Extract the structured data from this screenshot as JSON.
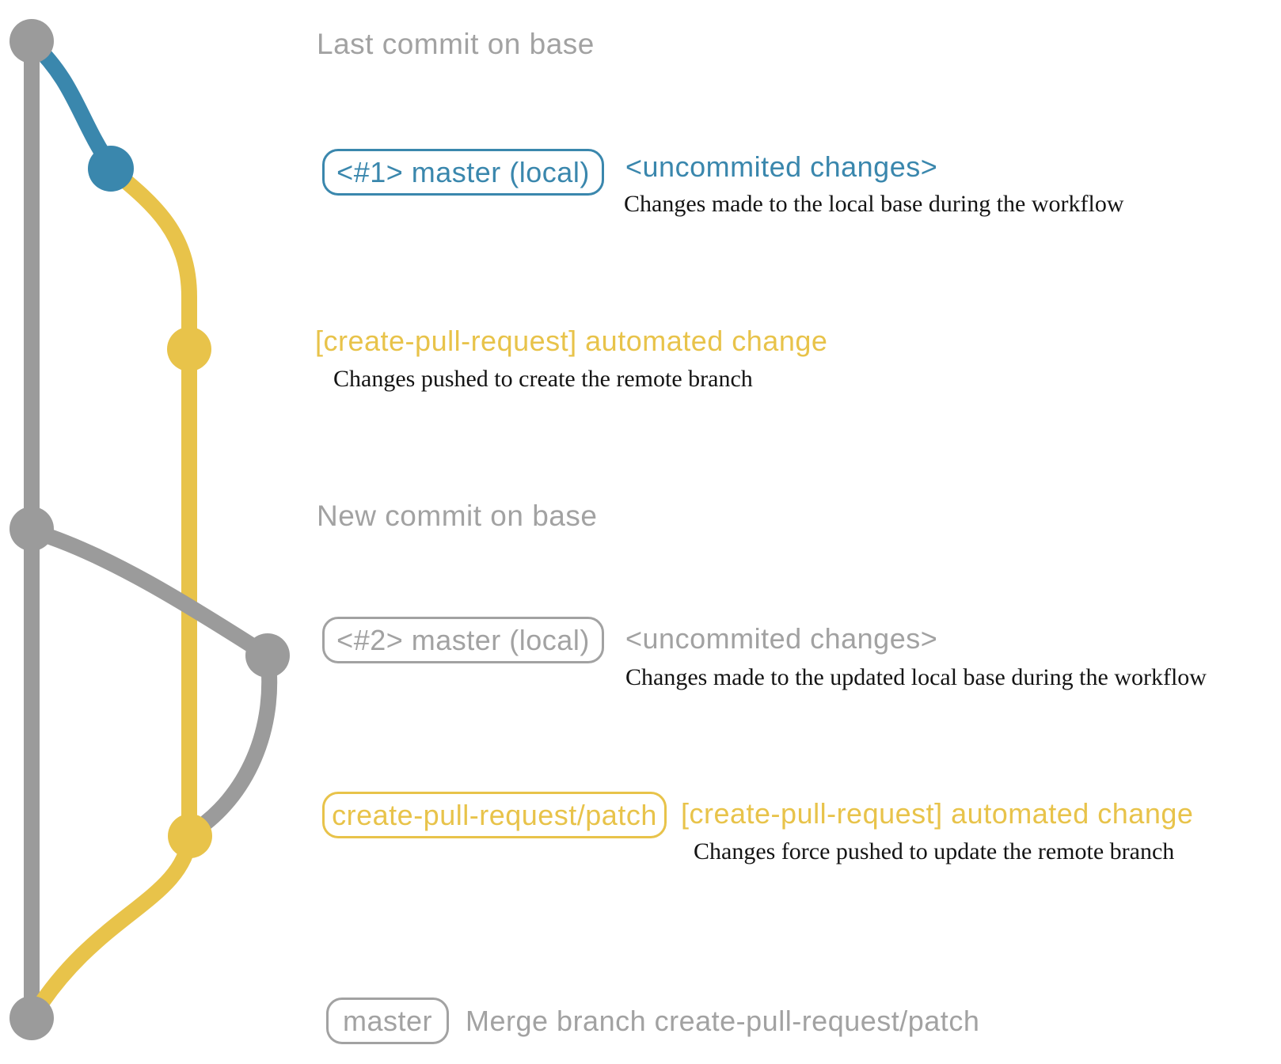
{
  "colors": {
    "base_gray": "#9b9b9b",
    "label_gray": "#a2a2a2",
    "blue": "#3a87ad",
    "yellow": "#e8c34a",
    "annotation_black": "#141414"
  },
  "graph": {
    "branches": [
      {
        "name": "base",
        "color": "gray"
      },
      {
        "name": "local-master-1",
        "color": "blue"
      },
      {
        "name": "create-pull-request-patch",
        "color": "yellow"
      },
      {
        "name": "local-master-2",
        "color": "gray"
      }
    ],
    "commit_count": 7
  },
  "annotations": {
    "last_commit": {
      "text": "Last commit on base"
    },
    "entry1": {
      "badge": "<#1> master (local)",
      "message": "<uncommited changes>",
      "description": "Changes made to the local base during the workflow"
    },
    "entry2": {
      "message": "[create-pull-request] automated change",
      "description": "Changes pushed to create the remote branch"
    },
    "new_commit": {
      "text": "New commit on base"
    },
    "entry3": {
      "badge": "<#2> master (local)",
      "message": "<uncommited changes>",
      "description": "Changes made to the updated local base during the workflow"
    },
    "entry4": {
      "badge": "create-pull-request/patch",
      "message": "[create-pull-request] automated change",
      "description": "Changes force pushed to update the remote branch"
    },
    "entry5": {
      "badge": "master",
      "message": "Merge branch create-pull-request/patch"
    }
  }
}
